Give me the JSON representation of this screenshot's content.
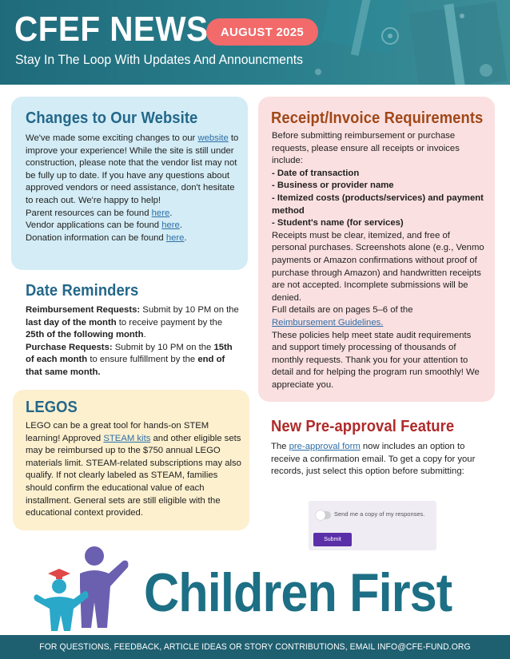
{
  "header": {
    "title": "CFEF NEWS",
    "badge": "AUGUST 2025",
    "subtitle": "Stay In The Loop With Updates And Announcments",
    "bg_color": "#1f6b7b",
    "badge_color": "#f26a6a"
  },
  "website": {
    "heading": "Changes to Our Website",
    "p1_pre": "We've made some exciting changes to our ",
    "p1_link": "website",
    "p1_post": " to improve your experience! While the site is still under construction, please note that the vendor list may not be fully up to date. If you have any questions about approved vendors or need assistance, don't hesitate to reach out. We're happy to help!",
    "parent_pre": "Parent resources can be found ",
    "vendor_pre": "Vendor applications can be found ",
    "donation_pre": "Donation information can be found ",
    "here_link": "here",
    "period": ".",
    "bg_color": "#d3ecf5"
  },
  "dates": {
    "heading": "Date Reminders",
    "reimb_label": "Reimbursement Requests:",
    "reimb_1": " Submit by 10 PM on the ",
    "reimb_bold1": "last day of the month",
    "reimb_2": " to receive payment by the ",
    "reimb_bold2": "25th of the following month",
    "reimb_3": ".",
    "purch_label": "Purchase Requests:",
    "purch_1": " Submit by 10 PM on the ",
    "purch_bold1": "15th of each month",
    "purch_2": " to ensure fulfillment by the ",
    "purch_bold2": "end of that same month."
  },
  "legos": {
    "heading": "LEGOS",
    "p_pre": "LEGO can be a great tool for hands-on STEM learning! Approved ",
    "p_link": "STEAM kits",
    "p_post": " and other eligible sets may be reimbursed up to the $750 annual LEGO materials limit. STEAM-related subscriptions may also qualify. If not clearly labeled as STEAM, families should confirm the educational value of each installment. General sets are still eligible with the educational context provided.",
    "bg_color": "#fdf0cf"
  },
  "receipt": {
    "heading": "Receipt/Invoice Requirements",
    "intro": "Before submitting reimbursement or purchase requests, please ensure all receipts or invoices include:",
    "items": [
      "- Date of transaction",
      "- Business or provider name",
      "- Itemized costs (products/services) and payment method",
      "- Student's name (for services)"
    ],
    "p2": "Receipts must be clear, itemized, and free of personal purchases. Screenshots alone (e.g., Venmo payments or Amazon confirmations without proof of purchase through Amazon) and handwritten receipts are not accepted. Incomplete submissions will be denied.",
    "p3": "Full details are on pages 5–6 of the",
    "p3_link": "Reimbursement Guidelines.",
    "p4": "These policies help meet state audit requirements and support timely processing of thousands of monthly requests. Thank you for your attention to detail and for helping the program run smoothly! We appreciate you.",
    "bg_color": "#fbe0e1"
  },
  "preapproval": {
    "heading": "New Pre-approval Feature",
    "p_pre": "The ",
    "p_link": "pre-approval form",
    "p_post": " now includes an option to receive a confirmation email. To get a copy for your records, just select this option before submitting:",
    "form_label": "Send me a copy of my responses.",
    "form_button": "Submit"
  },
  "logo": {
    "text": "Children First",
    "color": "#1d6f85"
  },
  "footer": {
    "text": "FOR QUESTIONS, FEEDBACK, ARTICLE IDEAS OR STORY CONTRIBUTIONS, EMAIL INFO@CFE-FUND.ORG"
  }
}
